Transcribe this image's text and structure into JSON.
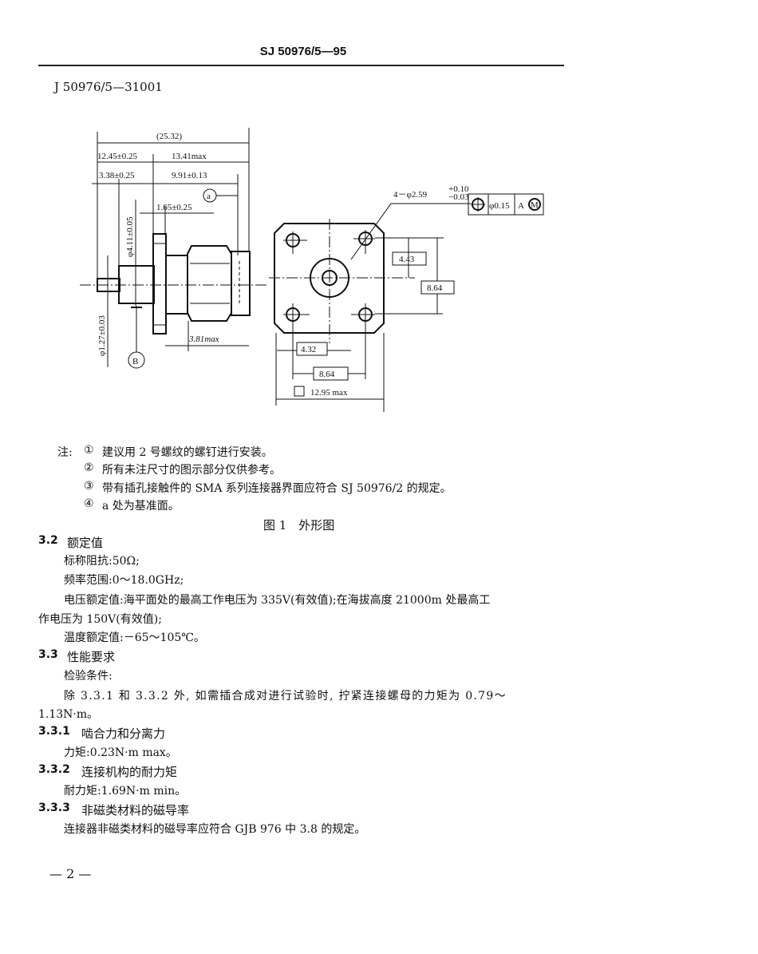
{
  "header": {
    "standard_no": "SJ 50976/5—95"
  },
  "part_no": "J 50976/5—31001",
  "figure": {
    "side_view": {
      "overall": "(25.32)",
      "dim_12_45": "12.45±0.25",
      "dim_13_41": "13.41max",
      "dim_3_38": "3.38±0.25",
      "dim_9_91": "9.91±0.13",
      "datum_a": "a",
      "dim_1_65": "1.65±0.25",
      "dim_phi4_11": "φ4.11±0.05",
      "dim_phi1_27": "φ1.27±0.03",
      "dim_3_81": "3.81max",
      "datum_b": "B"
    },
    "front_view": {
      "holes": "4－φ2.59",
      "holes_tol_upper": "+0.10",
      "holes_tol_lower": "−0.03",
      "fcf_tolerance": "φ0.15",
      "fcf_datum": "A",
      "fcf_modifier": "M",
      "dim_4_43": "4.43",
      "dim_8_64_v": "8.64",
      "dim_4_32": "4.32",
      "dim_8_64_h": "8.64",
      "dim_12_95": "12.95 max"
    },
    "notes_label": "注:",
    "notes": [
      {
        "marker": "①",
        "text": "建议用 2 号螺纹的螺钉进行安装。"
      },
      {
        "marker": "②",
        "text": "所有未注尺寸的图示部分仅供参考。"
      },
      {
        "marker": "③",
        "text": "带有插孔接触件的 SMA 系列连接器界面应符合 SJ 50976/2 的规定。"
      },
      {
        "marker": "④",
        "text": "a 处为基准面。"
      }
    ],
    "caption": "图 1　外形图"
  },
  "sections": {
    "s3_2": {
      "num": "3.2",
      "title": "额定值",
      "lines": [
        "标称阻抗:50Ω;",
        "频率范围:0～18.0GHz;",
        "电压额定值:海平面处的最高工作电压为 335V(有效值);在海拔高度 21000m 处最高工",
        "作电压为 150V(有效值);",
        "温度额定值:－65～105℃。"
      ]
    },
    "s3_3": {
      "num": "3.3",
      "title": "性能要求",
      "lines": [
        "检验条件:",
        "除 3.3.1 和 3.3.2 外, 如需插合成对进行试验时, 拧紧连接螺母的力矩为 0.79～",
        "1.13N·m。"
      ]
    },
    "s3_3_1": {
      "num": "3.3.1",
      "title": "啮合力和分离力",
      "lines": [
        "力矩:0.23N·m max。"
      ]
    },
    "s3_3_2": {
      "num": "3.3.2",
      "title": "连接机构的耐力矩",
      "lines": [
        "耐力矩:1.69N·m min。"
      ]
    },
    "s3_3_3": {
      "num": "3.3.3",
      "title": "非磁类材料的磁导率",
      "lines": [
        "连接器非磁类材料的磁导率应符合 GJB 976 中 3.8 的规定。"
      ]
    }
  },
  "page_number": "— 2 —"
}
